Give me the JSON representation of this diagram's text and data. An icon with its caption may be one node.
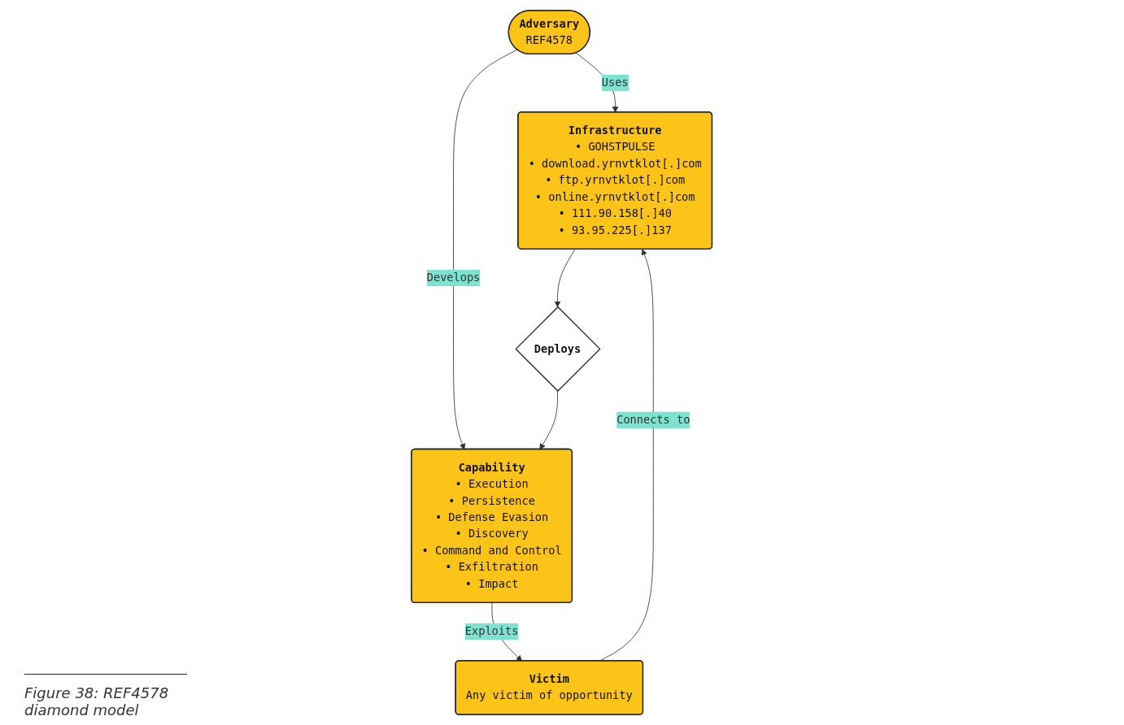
{
  "diagram": {
    "caption": "Figure 38: REF4578 diamond model",
    "nodes": [
      {
        "text": [
          "Adversary",
          "REF4578"
        ]
      },
      {
        "text": [
          "Infrastructure",
          "• GOHSTPULSE",
          "• download.yrnvtklot[.]com",
          "• ftp.yrnvtklot[.]com",
          "• online.yrnvtklot[.]com",
          "• 111.90.158[.]40",
          "• 93.95.225[.]137"
        ]
      },
      {
        "text": [
          "Deploys"
        ]
      },
      {
        "text": [
          "Capability",
          "• Execution",
          "• Persistence",
          "• Defense Evasion",
          "• Discovery",
          "• Command and Control",
          "• Exfiltration",
          "• Impact"
        ]
      },
      {
        "text": [
          "Victim",
          "Any victim of opportunity"
        ]
      }
    ],
    "edges": [
      {
        "from": 0,
        "to": 1,
        "arrow": "to",
        "label": "Uses"
      },
      {
        "from": 0,
        "to": 3,
        "arrow": "to",
        "label": "Develops"
      },
      {
        "from": 1,
        "to": 2,
        "arrow": "to"
      },
      {
        "from": 2,
        "to": 3,
        "arrow": "to"
      },
      {
        "from": 4,
        "to": 1,
        "arrow": "to",
        "label": "Connects to"
      },
      {
        "from": 3,
        "to": 4,
        "arrow": "to",
        "label": "Exploits"
      }
    ]
  }
}
